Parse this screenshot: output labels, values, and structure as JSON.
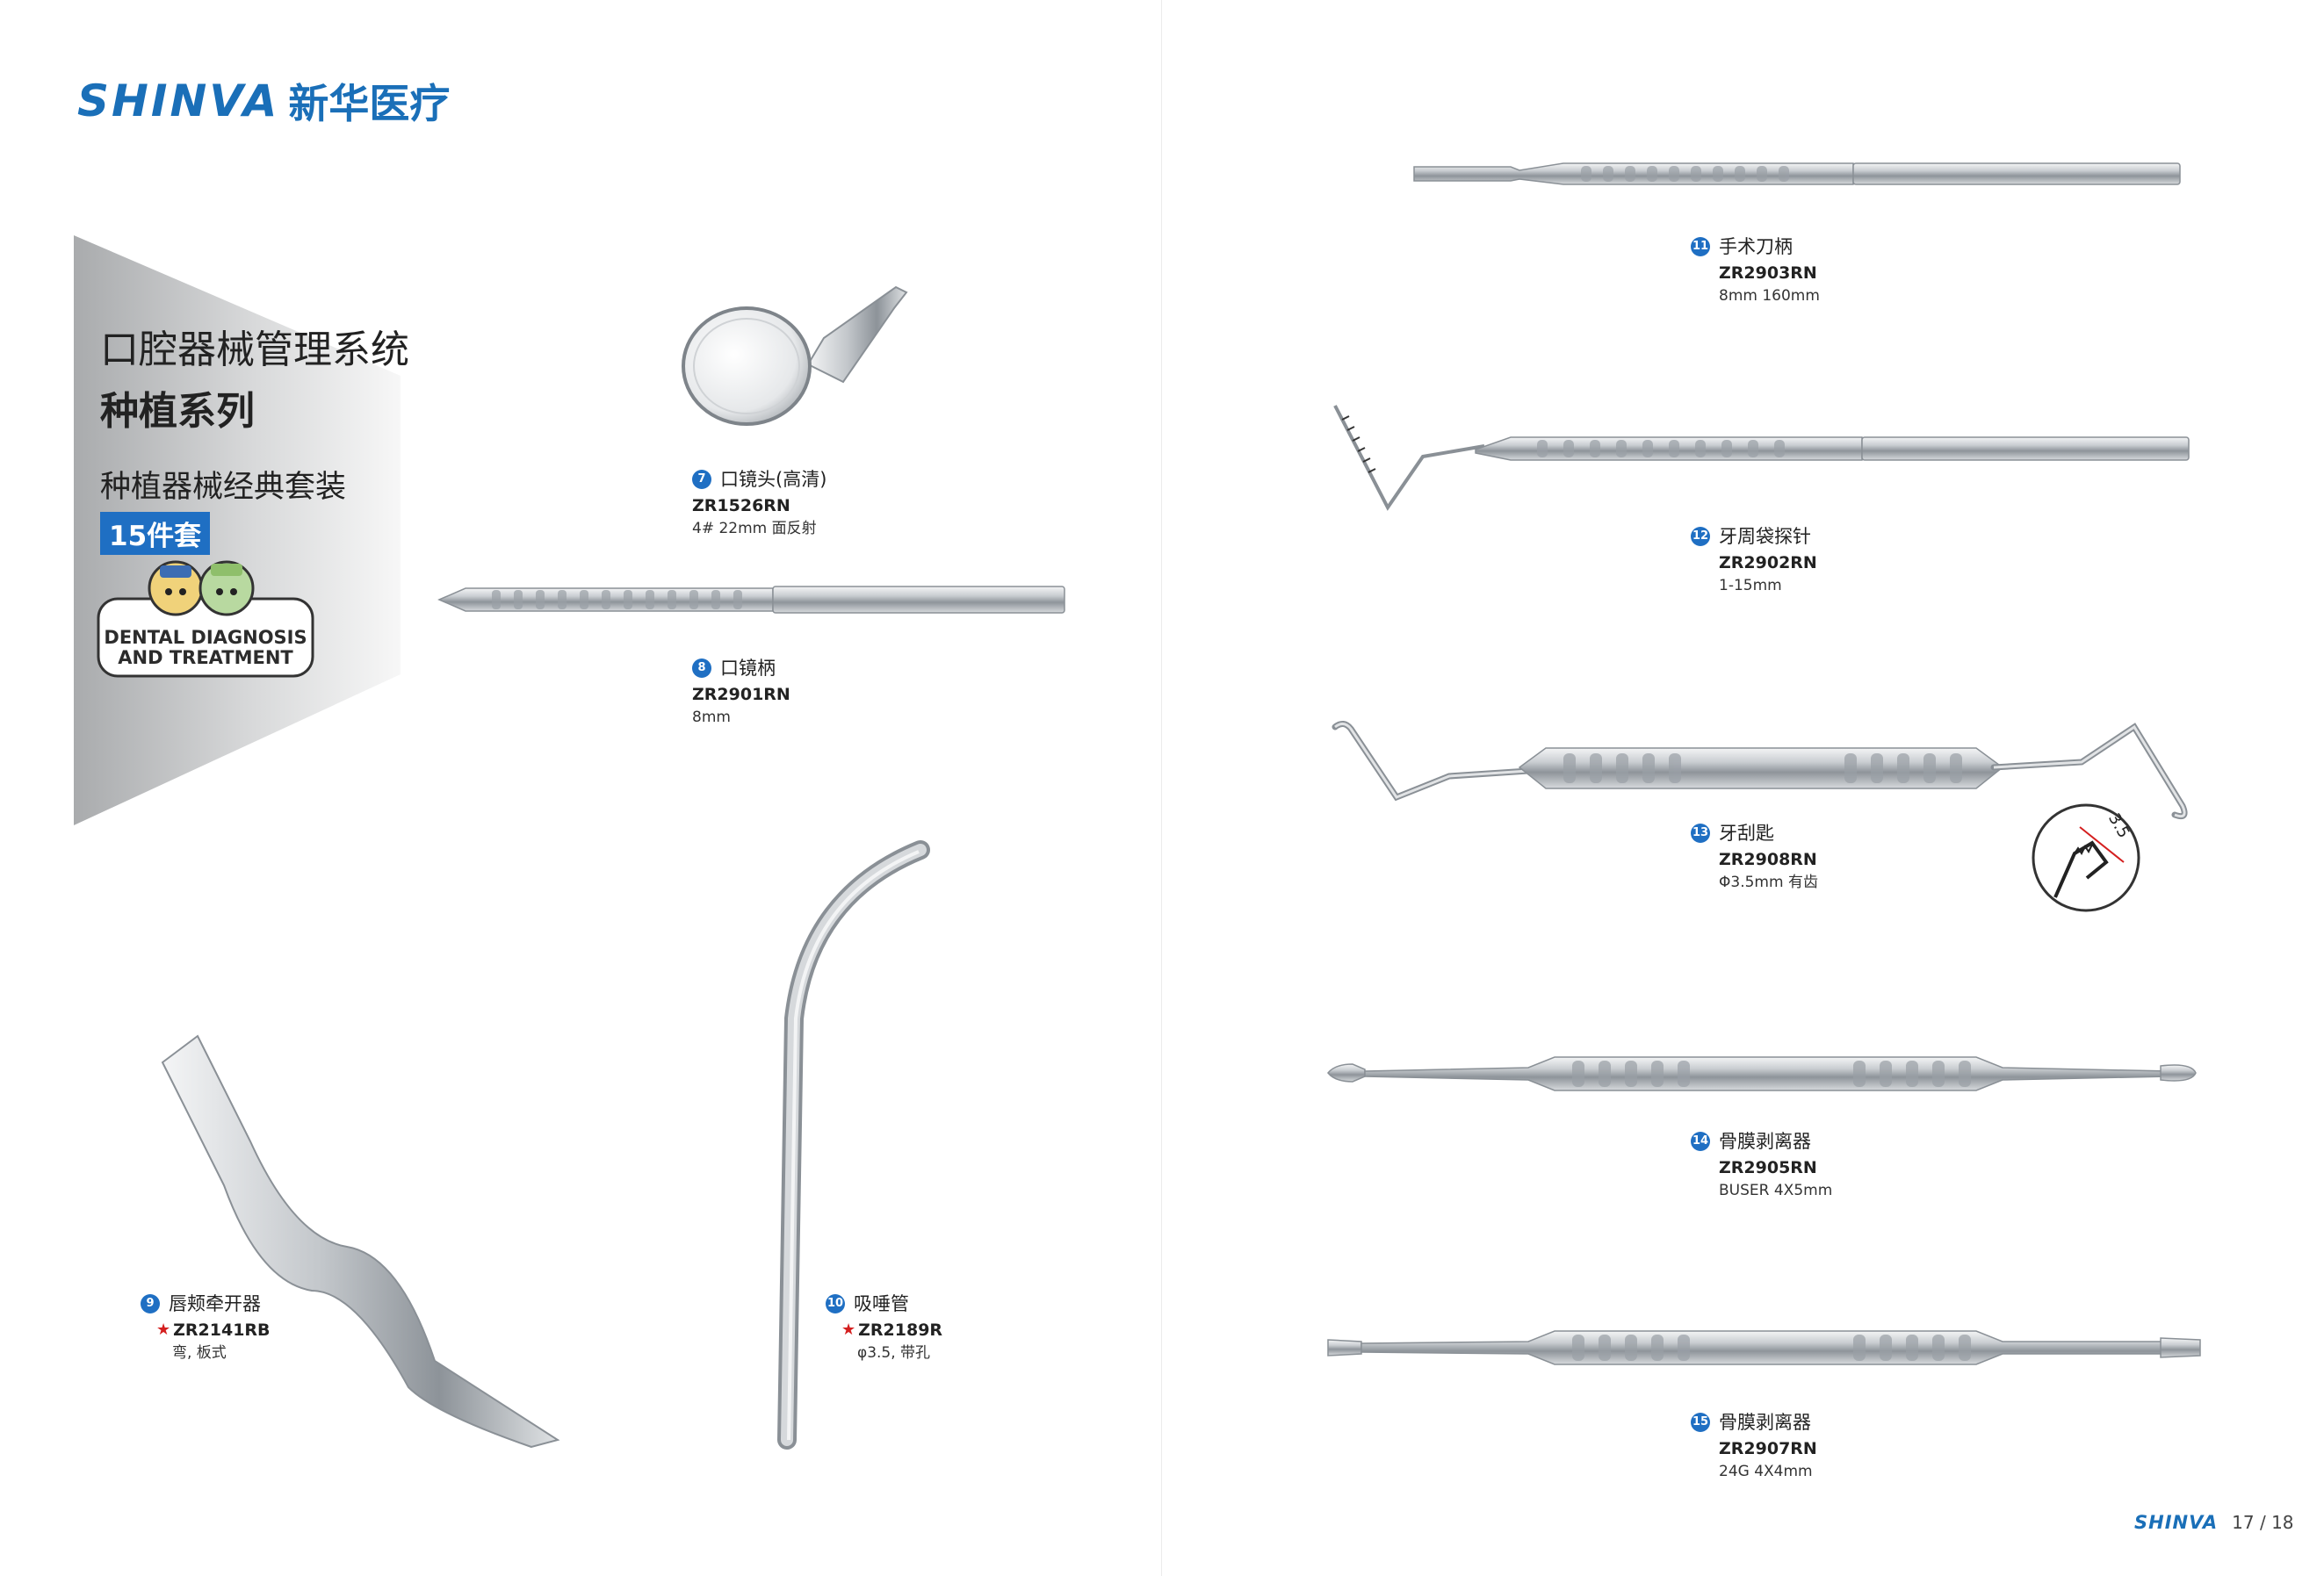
{
  "brand": {
    "logo_text": "SHINVA",
    "logo_cn": "新华医疗"
  },
  "banner": {
    "line1": "口腔器械管理系统",
    "line2": "种植系列",
    "line3": "种植器械经典套装",
    "badge": "15件套",
    "sticker_text_1": "DENTAL DIAGNOSIS",
    "sticker_text_2": "AND TREATMENT"
  },
  "items": [
    {
      "num": "7",
      "name": "口镜头(高清)",
      "code": "ZR1526RN",
      "spec": "4# 22mm 面反射",
      "starred": false
    },
    {
      "num": "8",
      "name": "口镜柄",
      "code": "ZR2901RN",
      "spec": "8mm",
      "starred": false
    },
    {
      "num": "9",
      "name": "唇颊牵开器",
      "code": "ZR2141RB",
      "spec": "弯, 板式",
      "starred": true
    },
    {
      "num": "10",
      "name": "吸唾管",
      "code": "ZR2189R",
      "spec": "φ3.5, 带孔",
      "starred": true
    },
    {
      "num": "11",
      "name": "手术刀柄",
      "code": "ZR2903RN",
      "spec": "8mm 160mm",
      "starred": false
    },
    {
      "num": "12",
      "name": "牙周袋探针",
      "code": "ZR2902RN",
      "spec": "1-15mm",
      "starred": false
    },
    {
      "num": "13",
      "name": "牙刮匙",
      "code": "ZR2908RN",
      "spec": "Φ3.5mm 有齿",
      "starred": false
    },
    {
      "num": "14",
      "name": "骨膜剥离器",
      "code": "ZR2905RN",
      "spec": "BUSER 4X5mm",
      "starred": false
    },
    {
      "num": "15",
      "name": "骨膜剥离器",
      "code": "ZR2907RN",
      "spec": "24G 4X4mm",
      "starred": false
    }
  ],
  "detail_label": "3.5",
  "footer": {
    "logo_text": "SHINVA",
    "page": "17 / 18"
  },
  "colors": {
    "brand_blue": "#1a6fb8",
    "badge_blue": "#1f6fc3",
    "star_red": "#d41f1f",
    "steel": "#b9bec4"
  }
}
